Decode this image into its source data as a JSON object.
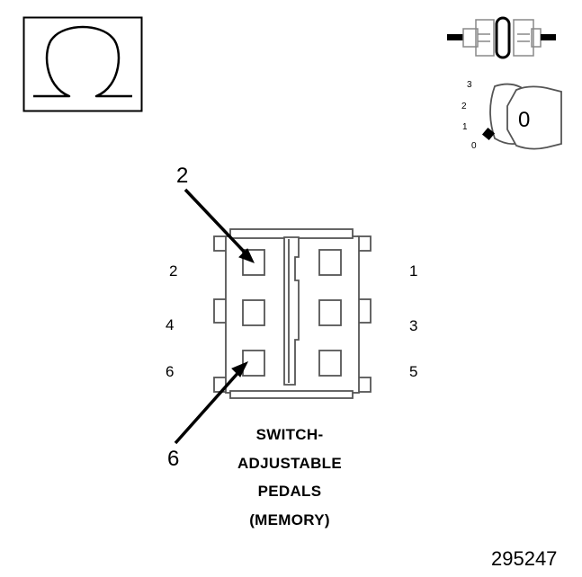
{
  "symbols": {
    "meter": "ohm-icon",
    "connector_state": "disconnected-connector-icon",
    "ignition": "ignition-key-icon"
  },
  "ignition_key": {
    "positions": [
      "3",
      "2",
      "1",
      "0"
    ],
    "key_glyph": "0"
  },
  "connector": {
    "pins": [
      {
        "number": "1"
      },
      {
        "number": "2"
      },
      {
        "number": "3"
      },
      {
        "number": "4"
      },
      {
        "number": "5"
      },
      {
        "number": "6"
      }
    ],
    "callouts": [
      "2",
      "6"
    ],
    "caption": [
      "SWITCH-",
      "ADJUSTABLE",
      "PEDALS",
      "(MEMORY)"
    ]
  },
  "figure_number": "295247",
  "colors": {
    "ink": "#000000",
    "light_ink": "#555555",
    "key_marker": "#000000"
  }
}
